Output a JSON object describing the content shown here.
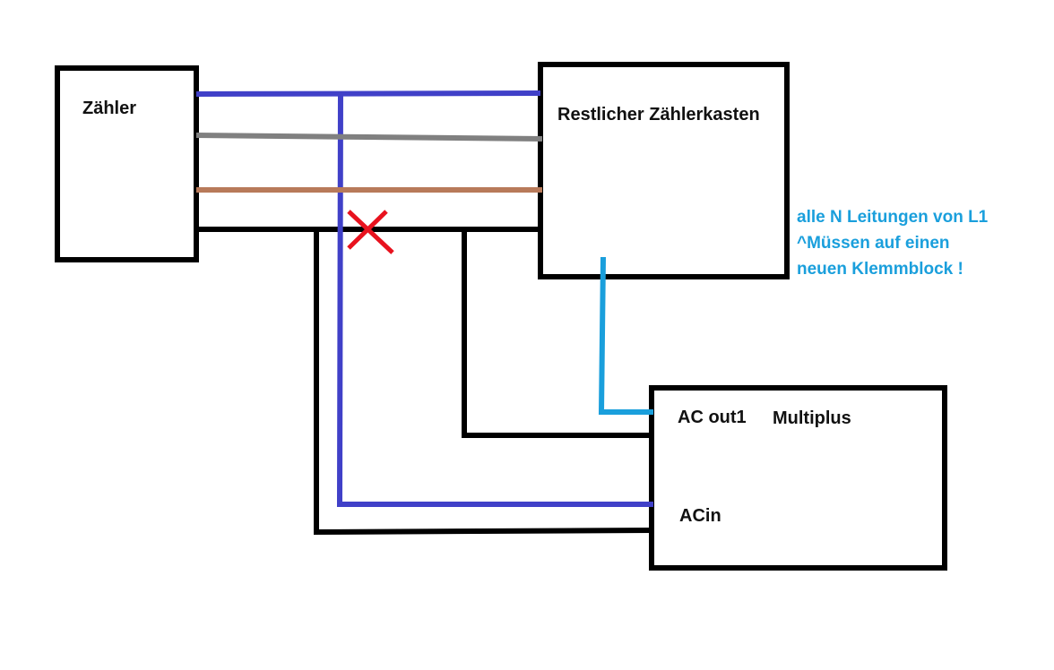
{
  "boxes": {
    "zaehler": "Zähler",
    "restlicher": "Restlicher Zählerkasten",
    "multiplus": "Multiplus"
  },
  "ports": {
    "ac_out": "AC out1",
    "ac_in": "ACin"
  },
  "note": {
    "lines": [
      "alle N Leitungen von L1",
      "^Müssen auf einen",
      "neuen Klemmblock !"
    ]
  },
  "colors": {
    "outline": "#000000",
    "wire_blue": "#4040c8",
    "wire_gray": "#808080",
    "wire_brown": "#b87a5a",
    "wire_lightblue": "#1a9fdc",
    "cross_red": "#e8121e",
    "note_text": "#1a9fdc"
  }
}
